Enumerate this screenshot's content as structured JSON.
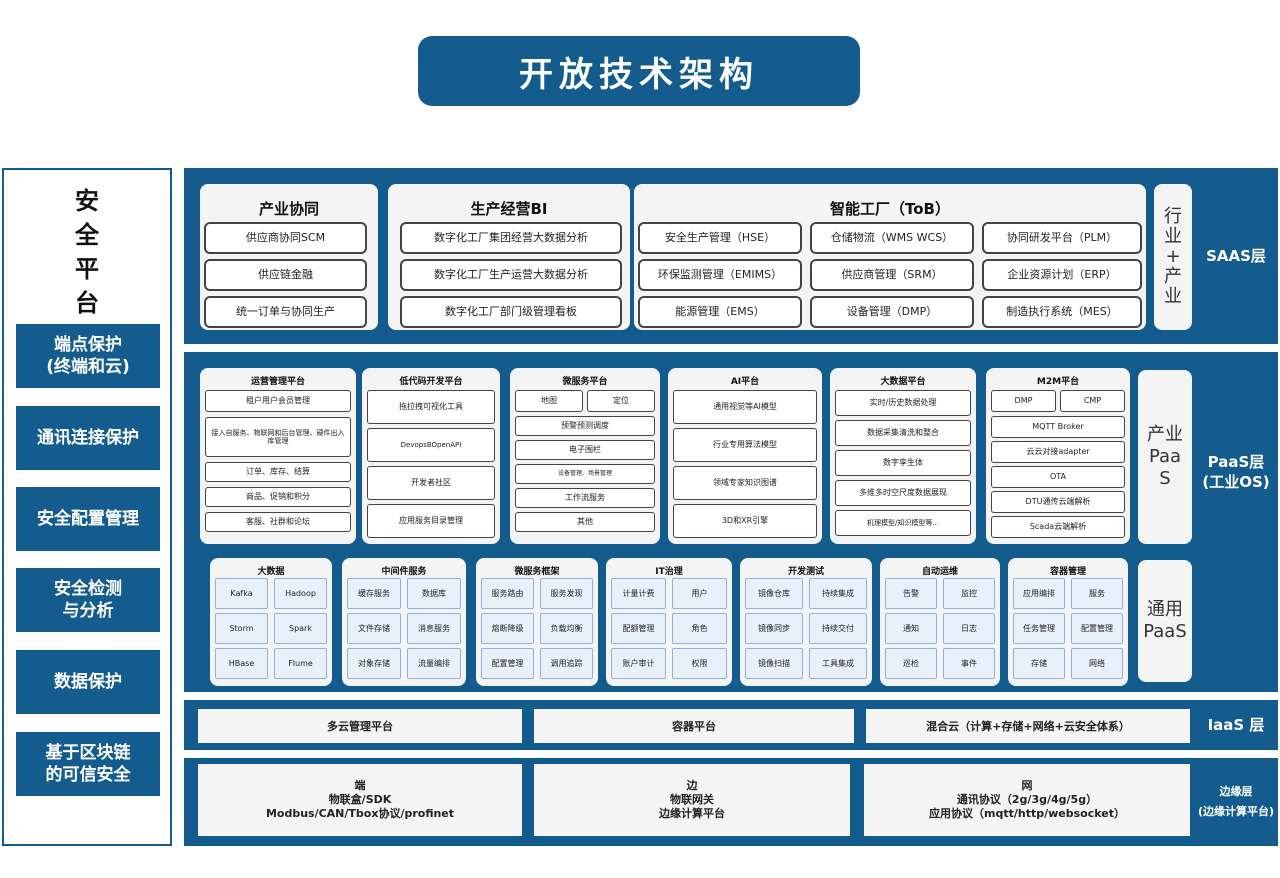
{
  "title": "开放技术架构",
  "security": {
    "title_chars": [
      "安",
      "全",
      "平",
      "台"
    ],
    "items": [
      "端点保护\n(终端和云)",
      "通讯连接保护",
      "安全配置管理",
      "安全检测\n与分析",
      "数据保护",
      "基于区块链\n的可信安全"
    ]
  },
  "saas": {
    "label": "SAAS层",
    "side_chars": [
      "行",
      "业",
      "+",
      "产",
      "业"
    ],
    "cooperation": {
      "title": "产业协同",
      "items": [
        "供应商协同SCM",
        "供应链金融",
        "统一订单与协同生产"
      ]
    },
    "bi": {
      "title": "生产经营BI",
      "items": [
        "数字化工厂集团经营大数据分析",
        "数字化工厂生产运营大数据分析",
        "数字化工厂部门级管理看板"
      ]
    },
    "factory": {
      "title": "智能工厂（ToB）",
      "items": [
        [
          "协同研发平台（PLM）",
          "仓储物流（WMS WCS）",
          "安全生产管理（HSE）"
        ],
        [
          "企业资源计划（ERP）",
          "供应商管理（SRM）",
          "环保监测管理（EMIMS）"
        ],
        [
          "制造执行系统（MES）",
          "设备管理（DMP）",
          "能源管理（EMS）"
        ]
      ]
    }
  },
  "paas": {
    "label": "PaaS层\n(工业OS)",
    "industry_side": "产业\nPaa\nS",
    "general_side": "通用\nPaaS",
    "industry": [
      {
        "title": "M2M平台",
        "items": [
          "CMP",
          "DMP",
          "MQTT Broker",
          "云云对接adapter",
          "OTA",
          "DTU通传云端解析",
          "Scada云端解析"
        ]
      },
      {
        "title": "大数据平台",
        "items": [
          "实时/历史数据处理",
          "数据采集清洗和整合",
          "数字孪生体",
          "多维多时空尺度数据展现",
          "机理模型/知识模型等..."
        ]
      },
      {
        "title": "AI平台",
        "items": [
          "通用视觉等AI模型",
          "行业专用算法模型",
          "领域专家知识图谱",
          "3D和XR引擎"
        ]
      },
      {
        "title": "微服务平台",
        "items": [
          "定位",
          "地图",
          "预警预测调度",
          "电子围栏",
          "设备管理、场景管理",
          "工作流服务",
          "其他"
        ]
      },
      {
        "title": "低代码开发平台",
        "items": [
          "拖拉拽可视化工具",
          "DevopsBOpenAPI",
          "开发者社区",
          "应用服务目录管理"
        ]
      },
      {
        "title": "运营管理平台",
        "items": [
          "租户用户会员管理",
          "接入自服务、物联网和后台管理、硬件出入库管理",
          "订单、库存、结算",
          "商品、促销和积分",
          "客服、社群和论坛"
        ]
      }
    ],
    "general": [
      {
        "title": "容器管理",
        "items": [
          "服务",
          "应用编排",
          "配置管理",
          "任务管理",
          "网络",
          "存储"
        ]
      },
      {
        "title": "自动运维",
        "items": [
          "监控",
          "告警",
          "日志",
          "通知",
          "事件",
          "巡检"
        ]
      },
      {
        "title": "开发测试",
        "items": [
          "持续集成",
          "镜像仓库",
          "持续交付",
          "镜像同步",
          "工具集成",
          "镜像扫描"
        ]
      },
      {
        "title": "IT治理",
        "items": [
          "用户",
          "计量计费",
          "角色",
          "配额管理",
          "权限",
          "账户审计"
        ]
      },
      {
        "title": "微服务框架",
        "items": [
          "服务发现",
          "服务路由",
          "负载均衡",
          "熔断降级",
          "调用追踪",
          "配置管理"
        ]
      },
      {
        "title": "中间件服务",
        "items": [
          "数据库",
          "缓存服务",
          "消息服务",
          "文件存储",
          "流量编排",
          "对象存储"
        ]
      },
      {
        "title": "大数据",
        "items": [
          "Hadoop",
          "Kafka",
          "Spark",
          "Storm",
          "Flume",
          "HBase"
        ]
      }
    ]
  },
  "iaas": {
    "label": "IaaS 层",
    "items": [
      "混合云（计算+存储+网络+云安全体系）",
      "容器平台",
      "多云管理平台"
    ]
  },
  "edge": {
    "label": "边缘层\n(边缘计算平台)",
    "items": [
      "网\n通讯协议（2g/3g/4g/5g）\n应用协议（mqtt/http/websocket）",
      "边\n物联网关\n边缘计算平台",
      "端\n物联盒/SDK\nModbus/CAN/Tbox协议/profinet"
    ]
  }
}
